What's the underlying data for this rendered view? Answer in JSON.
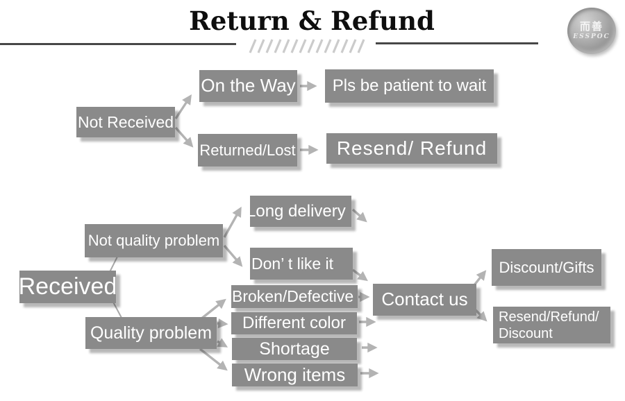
{
  "header": {
    "title": "Return & Refund"
  },
  "logo": {
    "cn": "而善",
    "en": "ESSPOC"
  },
  "colors": {
    "box": "#8a8a8a",
    "box_text": "#ffffff",
    "arrow": "#b3b3b3",
    "title_text": "#0e0e0e",
    "rule": "#474747",
    "hatch": "#cccccc",
    "background": "#ffffff"
  },
  "nodes": {
    "not_received": {
      "label": "Not Received"
    },
    "on_the_way": {
      "label": "On the Way"
    },
    "pls_wait": {
      "label": "Pls be patient to wait"
    },
    "returned_lost": {
      "label": "Returned/Lost"
    },
    "resend_refund": {
      "label": "Resend/ Refund"
    },
    "received": {
      "label": "Received"
    },
    "not_quality_problem": {
      "label": "Not quality problem"
    },
    "long_delivery": {
      "label": "Long delivery"
    },
    "dont_like_it": {
      "label": "Don’ t like it"
    },
    "quality_problem": {
      "label": "Quality problem"
    },
    "broken_defective": {
      "label": "Broken/Defective"
    },
    "different_color": {
      "label": "Different color"
    },
    "shortage": {
      "label": "Shortage"
    },
    "wrong_items": {
      "label": "Wrong items"
    },
    "contact_us": {
      "label": "Contact us"
    },
    "discount_gifts": {
      "label": "Discount/Gifts"
    },
    "resend_refund_discount": {
      "line1": "Resend/Refund/",
      "line2": "Discount"
    }
  }
}
